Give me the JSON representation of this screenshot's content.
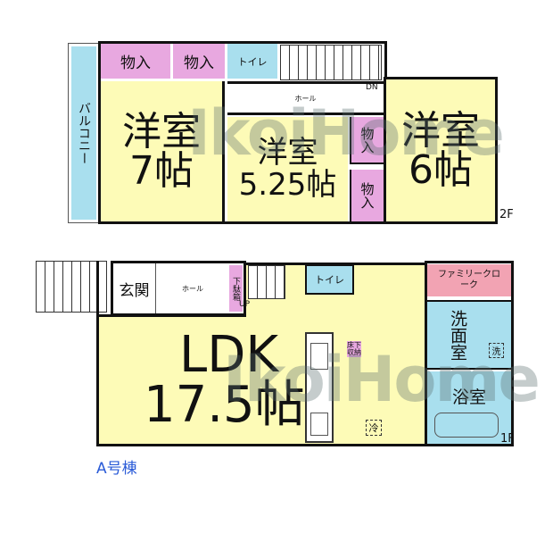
{
  "floor2": {
    "floor_label": "2F",
    "balcony": "バルコニー",
    "storage_1": "物入",
    "storage_2": "物入",
    "toilet": "トイレ",
    "hall": "ホール",
    "stairs_label": "DN",
    "room_west": {
      "name": "洋室",
      "size": "7帖"
    },
    "room_center": {
      "name": "洋室",
      "size": "5.25帖"
    },
    "storage_3": "物入",
    "storage_4": "物入",
    "room_east": {
      "name": "洋室",
      "size": "6帖"
    }
  },
  "floor1": {
    "floor_label": "1F",
    "entrance": "玄関",
    "hall": "ホール",
    "shoe_box": "下駄箱",
    "stairs_label": "UP",
    "toilet": "トイレ",
    "family_closet": "ファミリークローク",
    "washroom": "洗面室",
    "washer": "洗",
    "bathroom": "浴室",
    "ldk": {
      "name": "LDK",
      "size": "17.5帖"
    },
    "underfloor_storage": "床下収納",
    "fridge": "冷"
  },
  "building_label": "A号棟",
  "watermark": "IkoiHome",
  "colors": {
    "room": "#fdfbb7",
    "storage": "#e8a8e0",
    "wet": "#a9dfee",
    "closet": "#f2a3b3",
    "label": "#2a5bd7"
  }
}
